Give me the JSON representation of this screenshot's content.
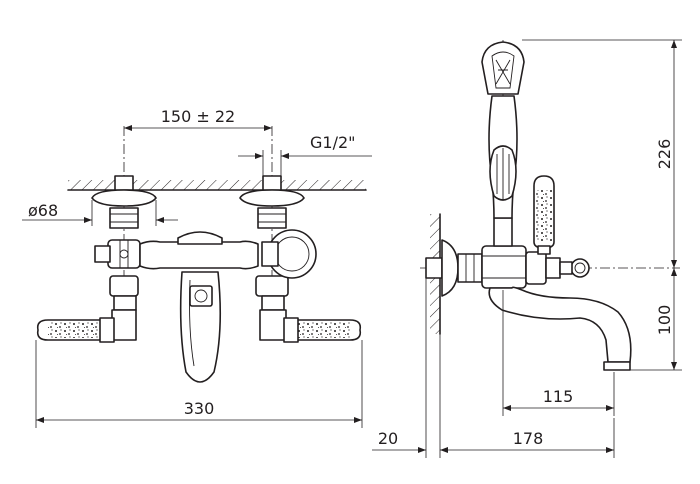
{
  "dimensions": {
    "spacing": "150 ± 22",
    "thread": "G1/2\"",
    "flange_diameter": "ø68",
    "total_width": "330",
    "wall_offset": "20",
    "projection": "178",
    "spout_reach": "115",
    "height_top": "226",
    "height_spout": "100"
  }
}
